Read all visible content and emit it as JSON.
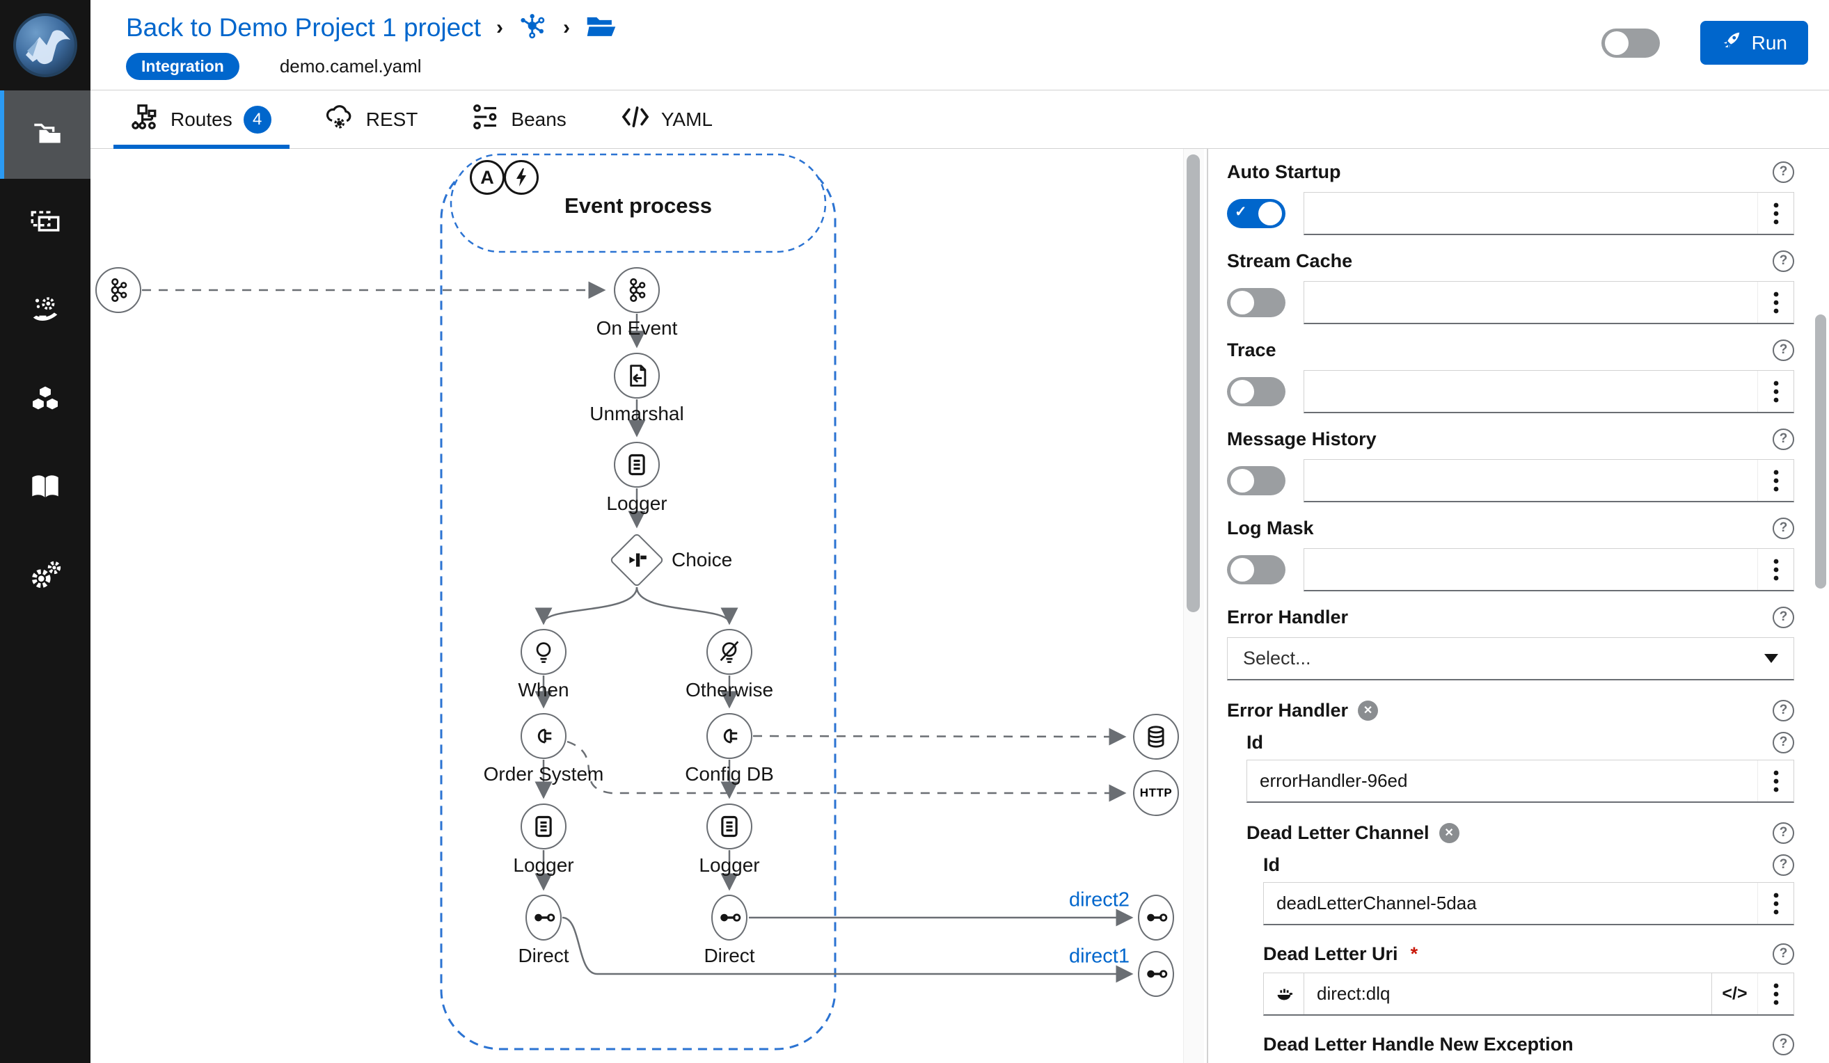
{
  "header": {
    "back_link": "Back to Demo Project 1 project",
    "crumb_separator": "›",
    "file_type_badge": "Integration",
    "file_name": "demo.camel.yaml",
    "run_button": "Run"
  },
  "tabs": {
    "routes": "Routes",
    "routes_badge": "4",
    "rest": "REST",
    "beans": "Beans",
    "yaml": "YAML"
  },
  "diagram": {
    "group_title": "Event process",
    "badge_a": "A",
    "nodes": {
      "on_event": "On Event",
      "unmarshal": "Unmarshal",
      "logger_top": "Logger",
      "choice": "Choice",
      "when": "When",
      "otherwise": "Otherwise",
      "order_system": "Order System",
      "config_db": "Config DB",
      "logger_left": "Logger",
      "logger_right": "Logger",
      "direct_left": "Direct",
      "direct_right": "Direct",
      "http_endpoint": "HTTP"
    },
    "endpoint_labels": {
      "direct2": "direct2",
      "direct1": "direct1"
    }
  },
  "panel": {
    "toggle_rows": [
      {
        "label": "Auto Startup",
        "on": true
      },
      {
        "label": "Stream Cache",
        "on": false
      },
      {
        "label": "Trace",
        "on": false
      },
      {
        "label": "Message History",
        "on": false
      },
      {
        "label": "Log Mask",
        "on": false
      }
    ],
    "error_handler_label": "Error Handler",
    "select_placeholder": "Select...",
    "error_handler_section": "Error Handler",
    "id_label": "Id",
    "error_handler_id": "errorHandler-96ed",
    "dead_letter_channel_label": "Dead Letter Channel",
    "dead_letter_channel_id": "deadLetterChannel-5daa",
    "dead_letter_uri_label": "Dead Letter Uri",
    "required_marker": "*",
    "dead_letter_uri_value": "direct:dlq",
    "dead_letter_handle_new_exception_label": "Dead Letter Handle New Exception",
    "code_button": "</>",
    "help_glyph": "?",
    "close_glyph": "✕",
    "check_glyph": "✓"
  },
  "colors": {
    "accent": "#0066cc",
    "toggle_off": "#9b9ea1",
    "node_stroke": "#6a6e73",
    "container_blue": "#2b73d2",
    "required": "#c9190b",
    "sidebar_bg": "#151515"
  }
}
